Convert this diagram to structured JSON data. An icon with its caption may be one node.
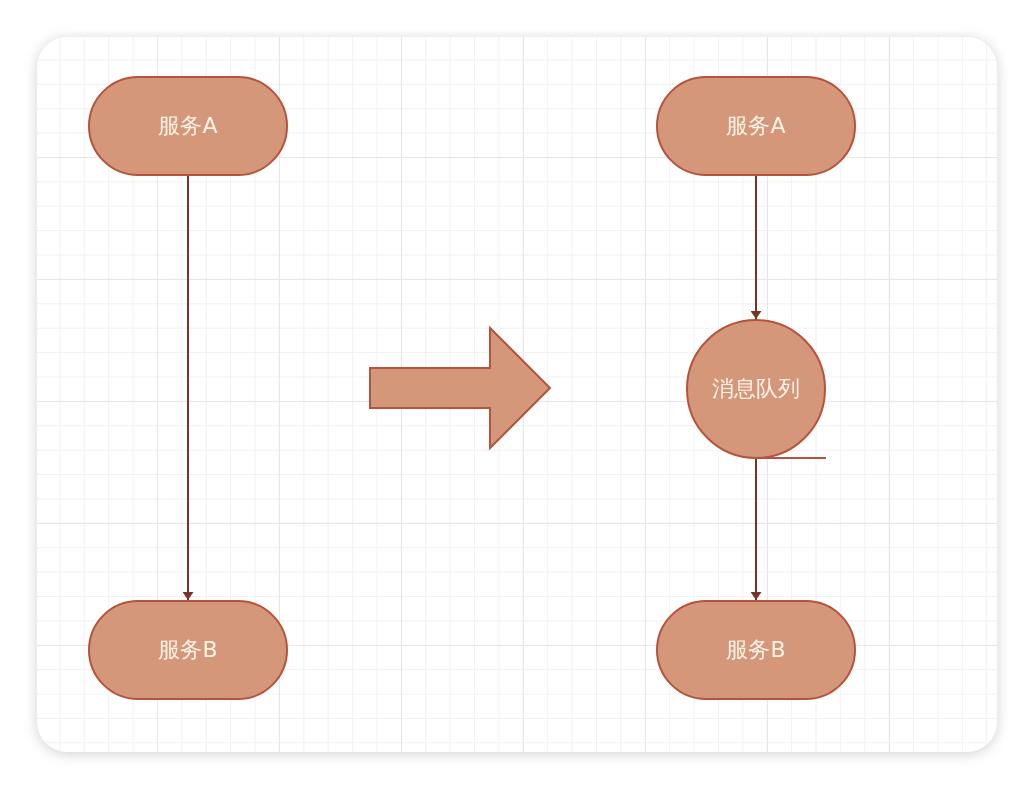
{
  "diagram": {
    "nodes": [
      {
        "text": [
          "服务A"
        ]
      },
      {
        "text": [
          "服务B"
        ]
      },
      {
        "text": [
          "服务A"
        ]
      },
      {
        "text": [
          "消息队列"
        ]
      },
      {
        "text": [
          "服务B"
        ]
      }
    ],
    "edges": [
      {
        "from": 0,
        "to": 1,
        "arrow": "to"
      },
      {
        "from": 2,
        "to": 3,
        "arrow": "to"
      },
      {
        "from": 3,
        "to": 4,
        "arrow": "to"
      }
    ]
  }
}
